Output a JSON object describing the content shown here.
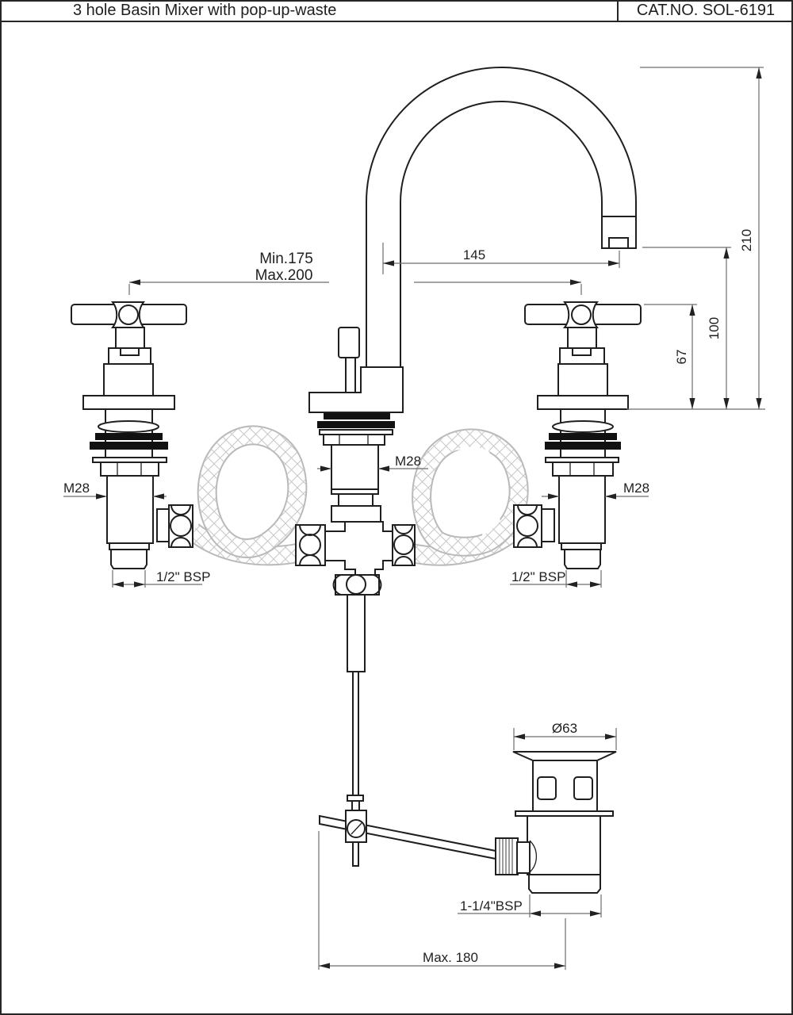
{
  "title_bar": {
    "title": "3 hole Basin Mixer with pop-up-waste",
    "cat_no": "CAT.NO. SOL-6191"
  },
  "dimensions": {
    "handle_spacing_min": "Min.175",
    "handle_spacing_max": "Max.200",
    "spout_reach": "145",
    "spout_height": "210",
    "spout_outlet_height": "100",
    "handle_height": "67",
    "left_valve_thread": "M28",
    "center_valve_thread": "M28",
    "right_valve_thread": "M28",
    "left_inlet_thread": "1/2\" BSP",
    "right_inlet_thread": "1/2\" BSP",
    "waste_flange_diameter": "Ø63",
    "waste_outlet_thread": "1-1/4\"BSP",
    "lever_reach": "Max. 180"
  },
  "colors": {
    "line": "#1f1f1f",
    "dimension_line": "#6e6e6e",
    "hatch": "#c6c6c6",
    "background": "#ffffff"
  }
}
